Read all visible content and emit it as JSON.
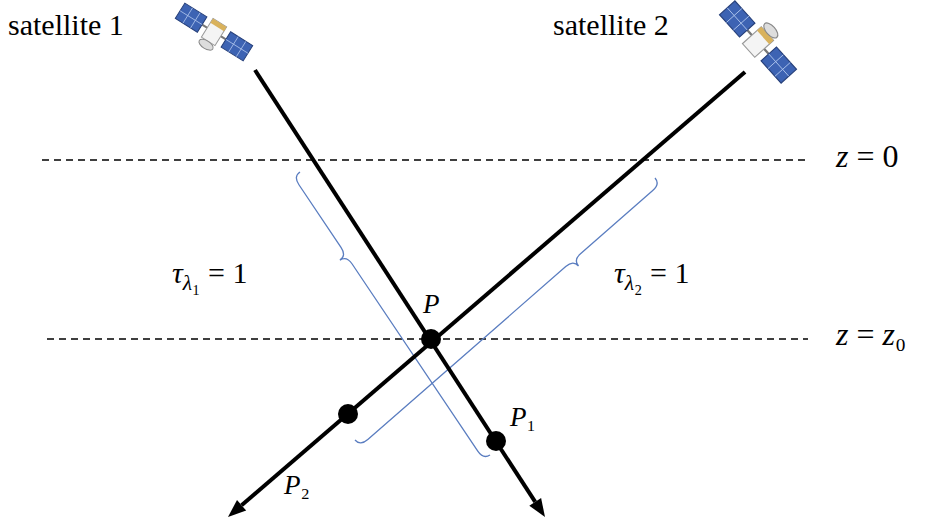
{
  "diagram": {
    "labels": [
      "satellite 1",
      "satellite 2",
      "z = 0",
      "z = z₀",
      "τλ₁ = 1",
      "τλ₂ = 1",
      "P",
      "P₂",
      "P₁"
    ]
  }
}
